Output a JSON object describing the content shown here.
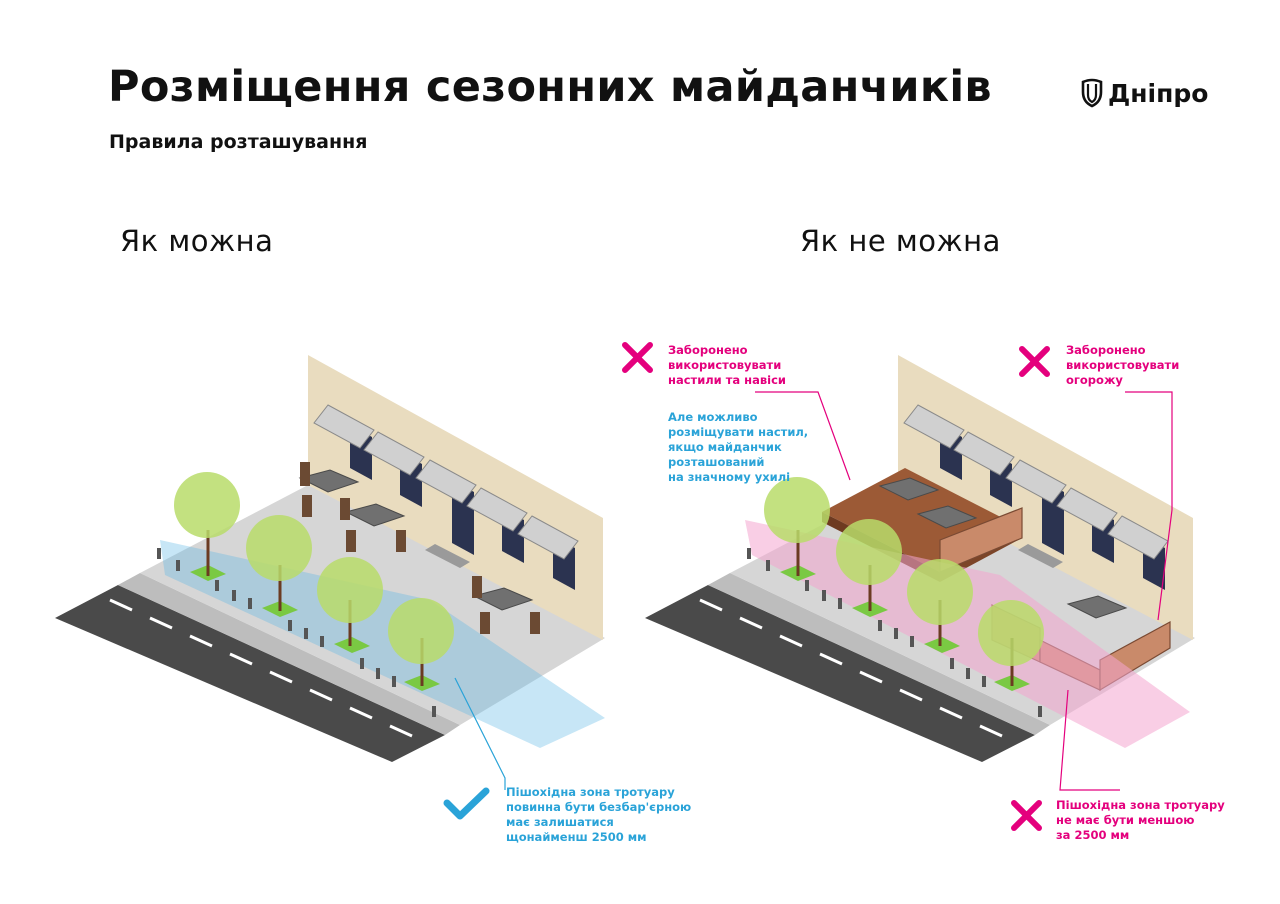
{
  "header": {
    "title": "Розміщення сезонних майданчиків",
    "subtitle": "Правила розташування",
    "logo_text": "Дніпро"
  },
  "sections": {
    "allowed_title": "Як можна",
    "forbidden_title": "Як не можна"
  },
  "notes": {
    "allowed_walkway": "Пішохідна зона тротуару\nповинна бути безбар'єрною\nмає залишатися\nщонайменш 2500 мм",
    "forbidden_decking": "Заборонено\nвикористовувати\nнастили та навіси",
    "exception_decking": "Але можливо\nрозміщувати настил,\nякщо майданчик\nрозташований\nна значному ухилі",
    "forbidden_fence": "Заборонено\nвикористовувати\nогорожу",
    "forbidden_walkway": "Пішохідна зона тротуару\nне має бути меншою\nза 2500 мм"
  },
  "colors": {
    "accent_pink": "#e4007d",
    "accent_blue": "#2aa3d8",
    "wall": "#e9dcbf",
    "sidewalk": "#d4d4d4",
    "road": "#4a4a4a",
    "tree": "#b8dc6a",
    "deck": "#9c5a36"
  },
  "icons": {
    "logo": "shield-icon",
    "check": "check-icon",
    "cross": "cross-icon"
  }
}
